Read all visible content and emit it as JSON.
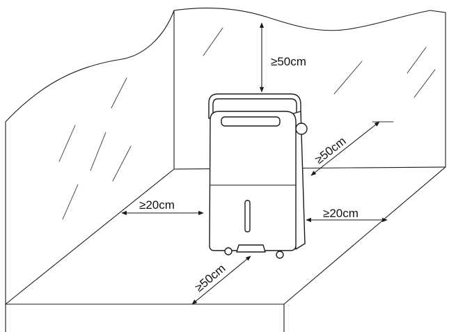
{
  "clearances": {
    "top": "≥50cm",
    "back": "≥50cm",
    "left": "≥20cm",
    "right": "≥20cm",
    "front": "≥50cm"
  }
}
